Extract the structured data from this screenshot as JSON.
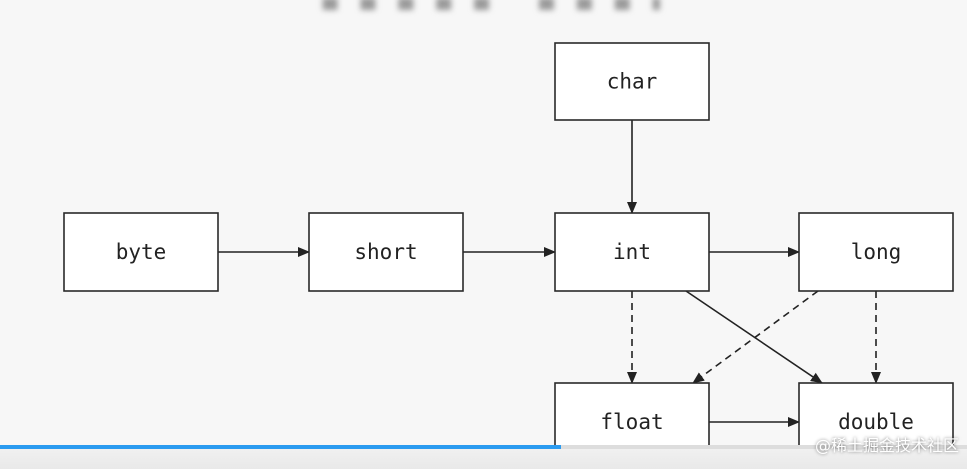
{
  "diagram": {
    "nodes": [
      {
        "id": "char",
        "label": "char"
      },
      {
        "id": "byte",
        "label": "byte"
      },
      {
        "id": "short",
        "label": "short"
      },
      {
        "id": "int",
        "label": "int"
      },
      {
        "id": "long",
        "label": "long"
      },
      {
        "id": "float",
        "label": "float"
      },
      {
        "id": "double",
        "label": "double"
      }
    ],
    "edges": [
      {
        "from": "byte",
        "to": "short",
        "style": "solid"
      },
      {
        "from": "short",
        "to": "int",
        "style": "solid"
      },
      {
        "from": "char",
        "to": "int",
        "style": "solid"
      },
      {
        "from": "int",
        "to": "long",
        "style": "solid"
      },
      {
        "from": "int",
        "to": "float",
        "style": "dashed"
      },
      {
        "from": "int",
        "to": "double",
        "style": "solid"
      },
      {
        "from": "long",
        "to": "float",
        "style": "dashed"
      },
      {
        "from": "long",
        "to": "double",
        "style": "dashed"
      },
      {
        "from": "float",
        "to": "double",
        "style": "solid"
      }
    ]
  },
  "video": {
    "progress": 0.58,
    "progress_color": "#2b9bf0"
  },
  "watermark": "@稀土掘金技术社区"
}
